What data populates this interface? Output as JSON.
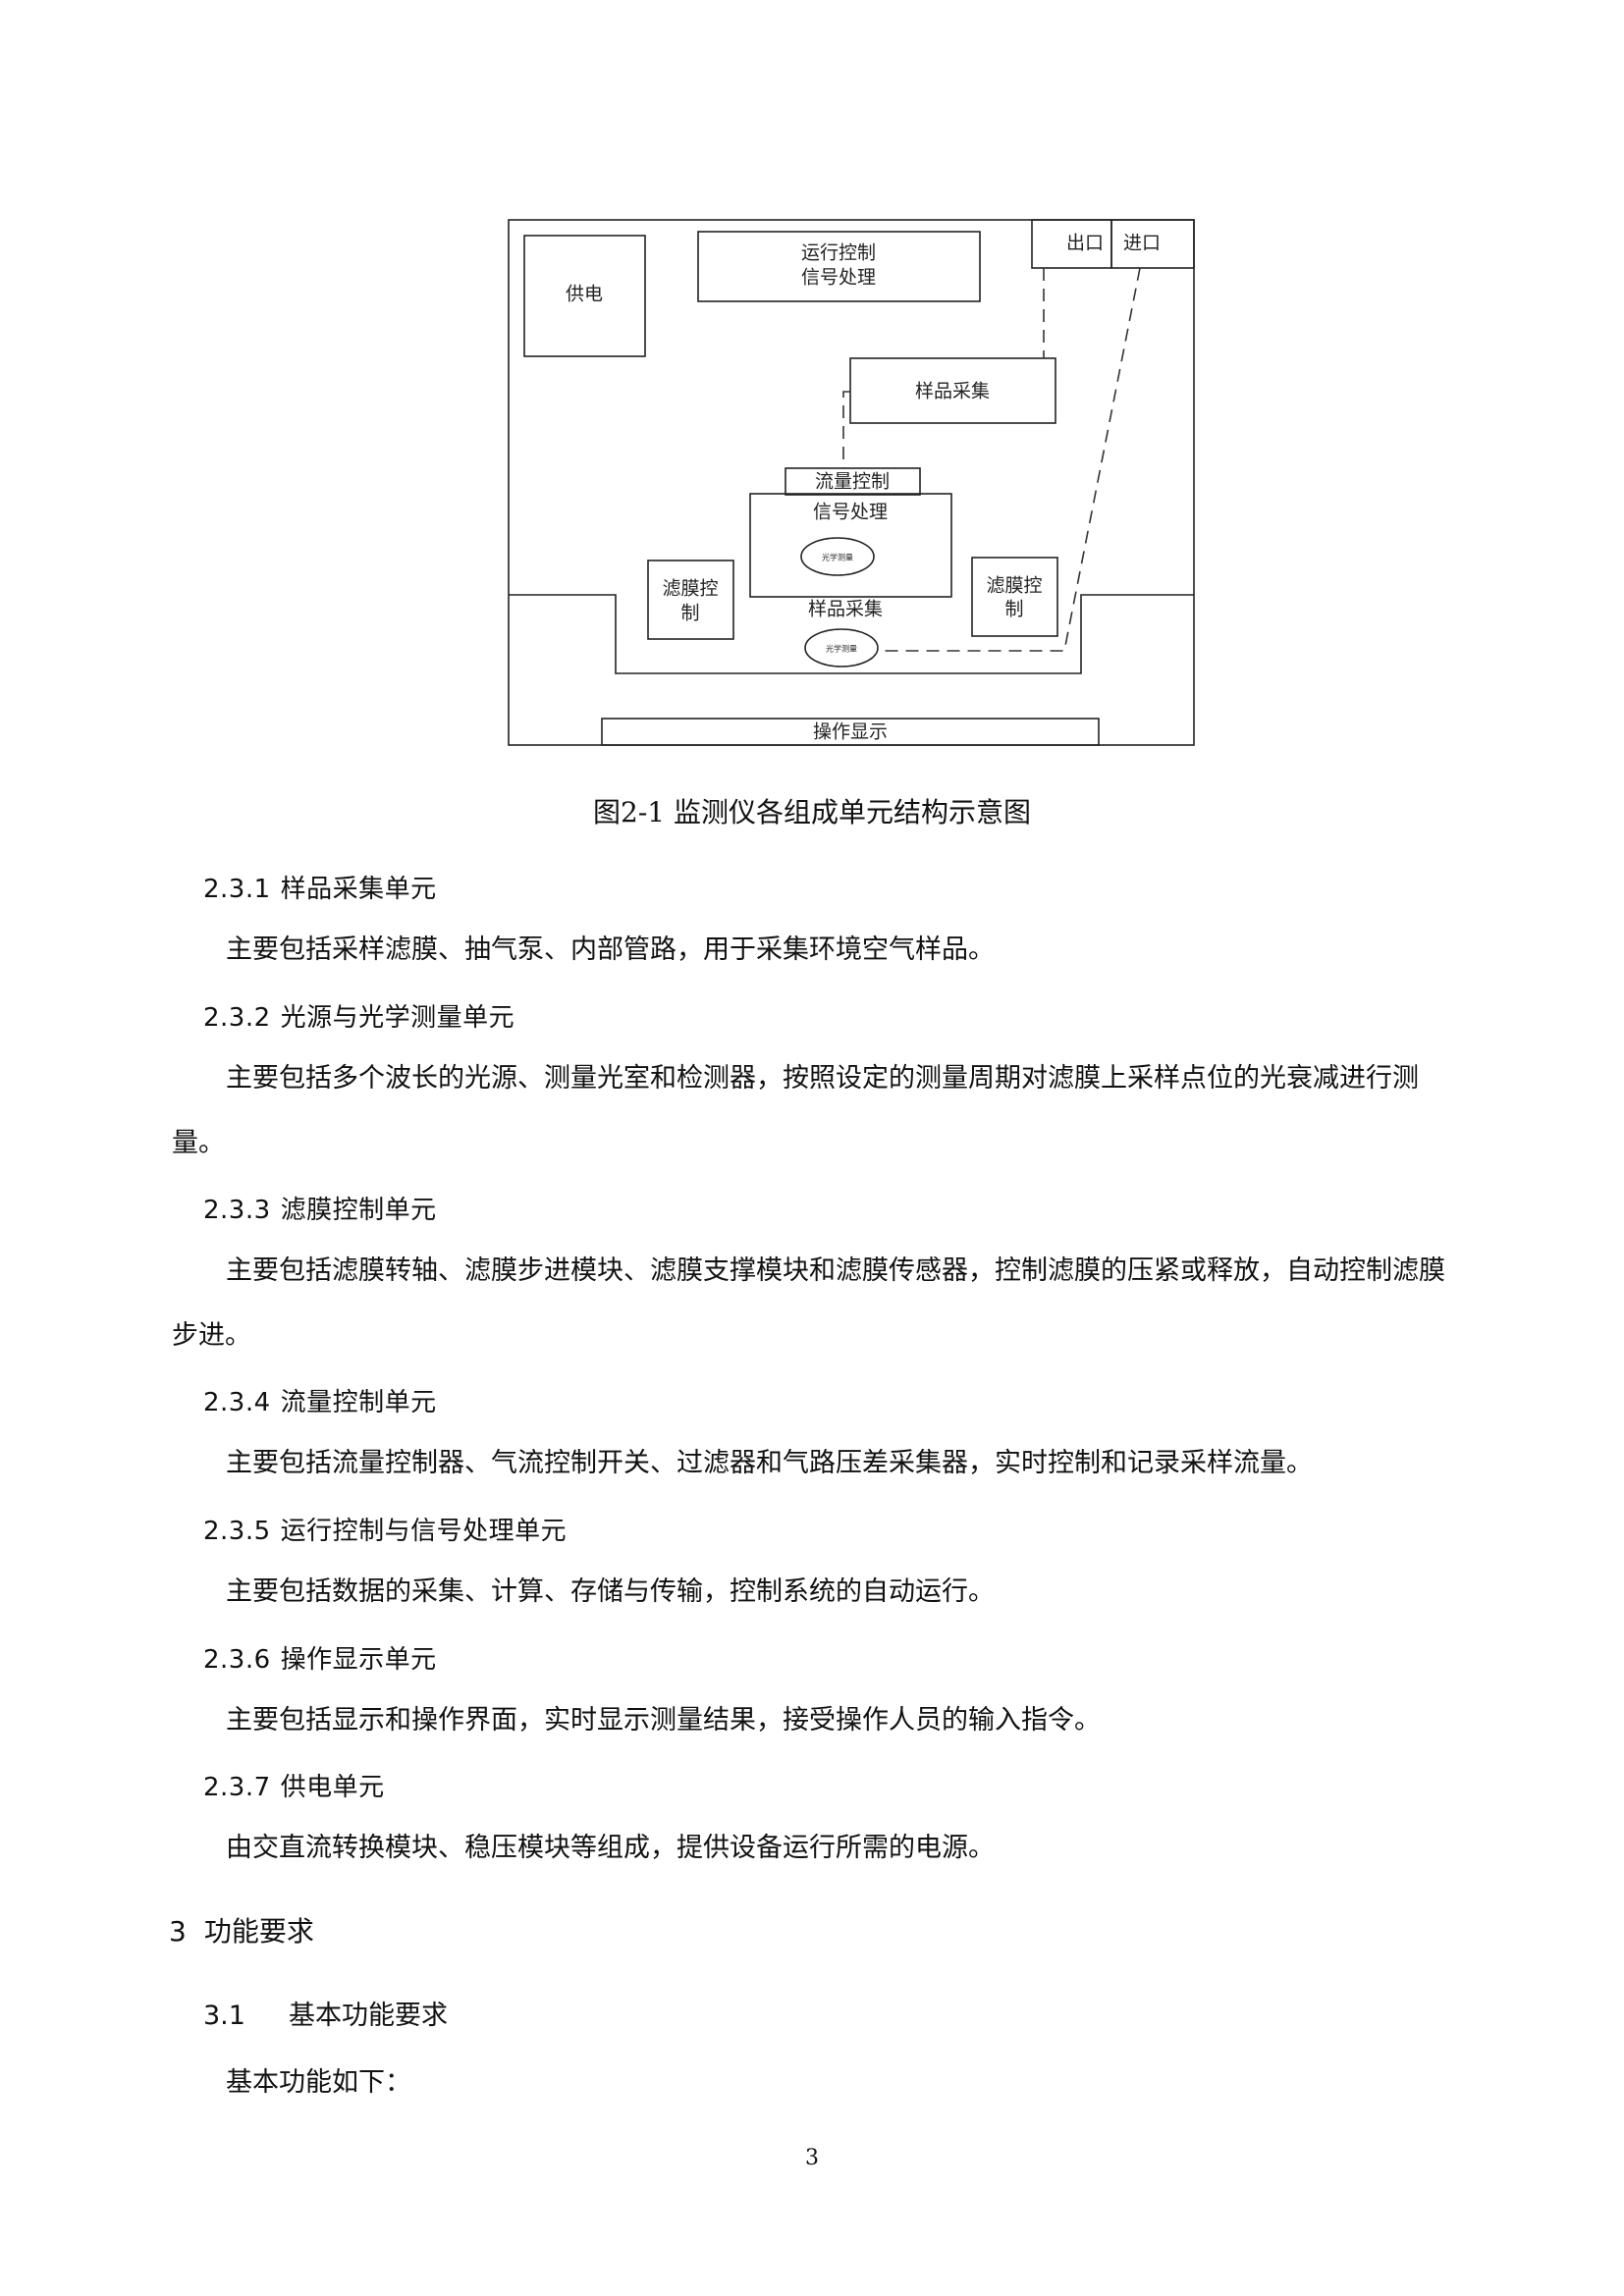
{
  "figure": {
    "labels": {
      "power": "供电",
      "run_control_line1": "运行控制",
      "run_control_line2": "信号处理",
      "outlet": "出口",
      "inlet": "进口",
      "sample_top": "样品采集",
      "flow_control": "流量控制",
      "signal_processing": "信号处理",
      "optical_top": "光学测量",
      "filter_left_line1": "滤膜控",
      "filter_left_line2": "制",
      "filter_right_line1": "滤膜控",
      "filter_right_line2": "制",
      "sample_bottom": "样品采集",
      "optical_bottom": "光学测量",
      "operation_display": "操作显示"
    },
    "caption": "图2-1 监测仪各组成单元结构示意图"
  },
  "sections": [
    {
      "number": "2.3.1",
      "title": "样品采集单元",
      "text": "主要包括采样滤膜、抽气泵、内部管路，用于采集环境空气样品。"
    },
    {
      "number": "2.3.2",
      "title": "光源与光学测量单元",
      "text": "主要包括多个波长的光源、测量光室和检测器，按照设定的测量周期对滤膜上采样点位的光衰减进行测量。"
    },
    {
      "number": "2.3.3",
      "title": "滤膜控制单元",
      "text": "主要包括滤膜转轴、滤膜步进模块、滤膜支撑模块和滤膜传感器，控制滤膜的压紧或释放，自动控制滤膜步进。"
    },
    {
      "number": "2.3.4",
      "title": "流量控制单元",
      "text": "主要包括流量控制器、气流控制开关、过滤器和气路压差采集器，实时控制和记录采样流量。"
    },
    {
      "number": "2.3.5",
      "title": "运行控制与信号处理单元",
      "text": "主要包括数据的采集、计算、存储与传输，控制系统的自动运行。"
    },
    {
      "number": "2.3.6",
      "title": "操作显示单元",
      "text": "主要包括显示和操作界面，实时显示测量结果，接受操作人员的输入指令。"
    },
    {
      "number": "2.3.7",
      "title": "供电单元",
      "text": "由交直流转换模块、稳压模块等组成，提供设备运行所需的电源。"
    }
  ],
  "section3": {
    "number": "3",
    "title": "功能要求"
  },
  "section31": {
    "number": "3.1",
    "title": "基本功能要求"
  },
  "intro_text": "基本功能如下：",
  "page_number": "3"
}
